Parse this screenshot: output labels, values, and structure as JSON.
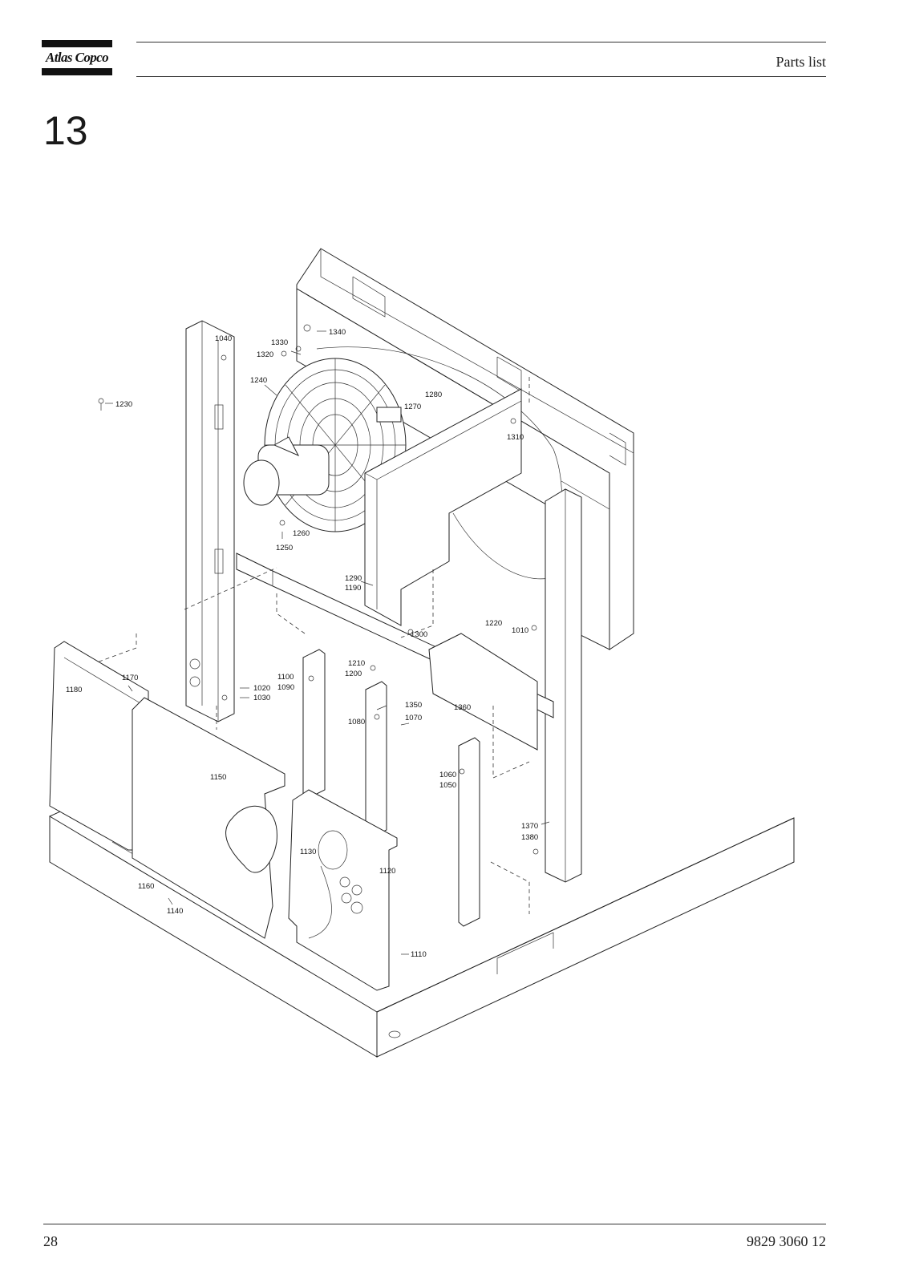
{
  "header": {
    "logo_text": "Atlas Copco",
    "section_title": "Parts list"
  },
  "section_number": "13",
  "labels": {
    "p1010": "1010",
    "p1020": "1020",
    "p1030": "1030",
    "p1040": "1040",
    "p1050": "1050",
    "p1060": "1060",
    "p1070": "1070",
    "p1080": "1080",
    "p1090": "1090",
    "p1100": "1100",
    "p1110": "1110",
    "p1120": "1120",
    "p1130": "1130",
    "p1140": "1140",
    "p1150": "1150",
    "p1160": "1160",
    "p1170": "1170",
    "p1180": "1180",
    "p1190": "1190",
    "p1200": "1200",
    "p1210": "1210",
    "p1220": "1220",
    "p1230": "1230",
    "p1240": "1240",
    "p1250": "1250",
    "p1260": "1260",
    "p1270": "1270",
    "p1280": "1280",
    "p1290": "1290",
    "p1300": "1300",
    "p1310": "1310",
    "p1320": "1320",
    "p1330": "1330",
    "p1340": "1340",
    "p1350": "1350",
    "p1360": "1360",
    "p1370": "1370",
    "p1380": "1380"
  },
  "footer": {
    "page_number": "28",
    "document_number": "9829 3060 12"
  }
}
